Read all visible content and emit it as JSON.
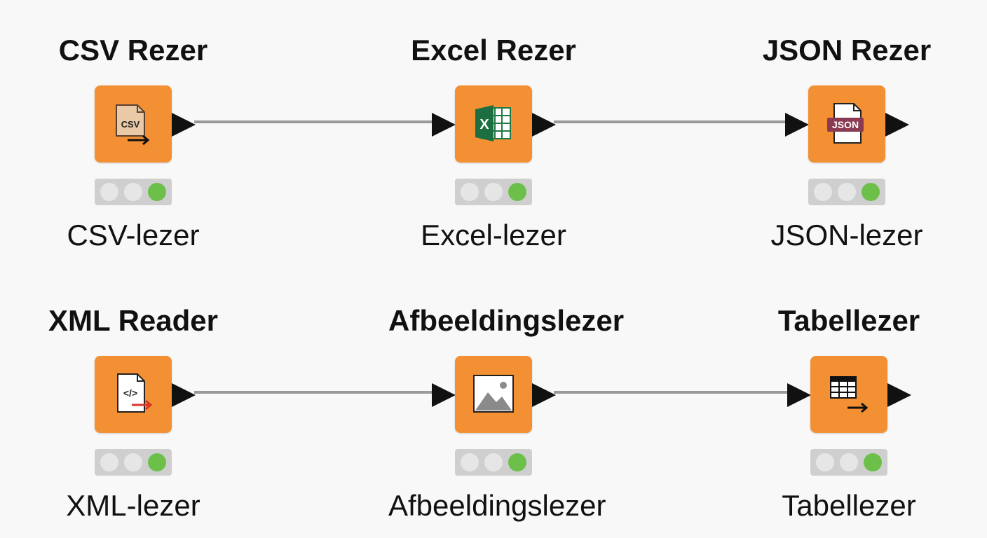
{
  "workflow": {
    "nodes": [
      {
        "id": "csv",
        "title": "CSV Rezer",
        "label": "CSV-lezer",
        "icon": "csv-reader-icon",
        "status": [
          "inactive",
          "inactive",
          "executed"
        ]
      },
      {
        "id": "excel",
        "title": "Excel Rezer",
        "label": "Excel-lezer",
        "icon": "excel-reader-icon",
        "status": [
          "inactive",
          "inactive",
          "executed"
        ]
      },
      {
        "id": "json",
        "title": "JSON Rezer",
        "label": "JSON-lezer",
        "icon": "json-reader-icon",
        "status": [
          "inactive",
          "inactive",
          "executed"
        ],
        "icon_text": "JSON"
      },
      {
        "id": "xml",
        "title": "XML Reader",
        "label": "XML-lezer",
        "icon": "xml-reader-icon",
        "status": [
          "inactive",
          "inactive",
          "executed"
        ]
      },
      {
        "id": "image",
        "title": "Afbeeldingslezer",
        "label": "Afbeeldingslezer",
        "icon": "image-reader-icon",
        "status": [
          "inactive",
          "inactive",
          "executed"
        ]
      },
      {
        "id": "table",
        "title": "Tabellezer",
        "label": "Tabellezer",
        "icon": "table-reader-icon",
        "status": [
          "inactive",
          "inactive",
          "executed"
        ]
      }
    ],
    "connections": [
      {
        "from": "csv",
        "to": "excel"
      },
      {
        "from": "excel",
        "to": "json"
      },
      {
        "from": "xml",
        "to": "image"
      },
      {
        "from": "image",
        "to": "table"
      }
    ],
    "icon_texts": {
      "csv": "CSV",
      "excel": "X",
      "json": "JSON",
      "xml": "</>"
    },
    "colors": {
      "node": "#f39034",
      "status_green": "#6cc04a",
      "status_off": "#e6e6e6",
      "wire": "#999999",
      "background": "#f8f8f8"
    }
  }
}
